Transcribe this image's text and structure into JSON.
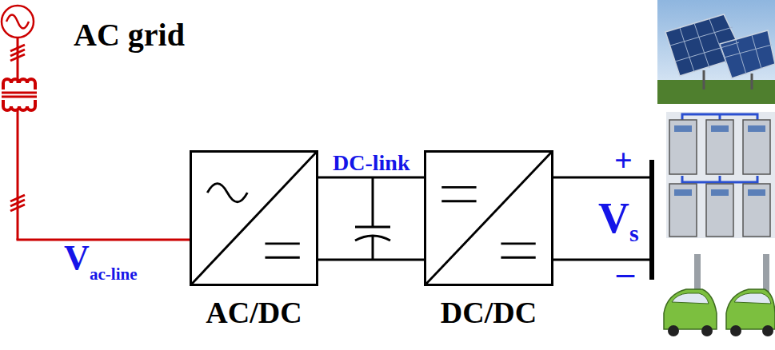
{
  "diagram": {
    "nodes": [
      {
        "text": [
          "AC/DC"
        ]
      },
      {
        "text": [
          "DC/DC"
        ]
      }
    ],
    "edges": [
      {
        "from": 0,
        "to": 1,
        "arrow": "none",
        "label": "DC-link"
      },
      {
        "from": 0,
        "to": 1,
        "arrow": "none"
      }
    ],
    "labels": [
      "AC grid",
      "V",
      "ac-line",
      "+",
      "V",
      "s",
      "–"
    ]
  }
}
